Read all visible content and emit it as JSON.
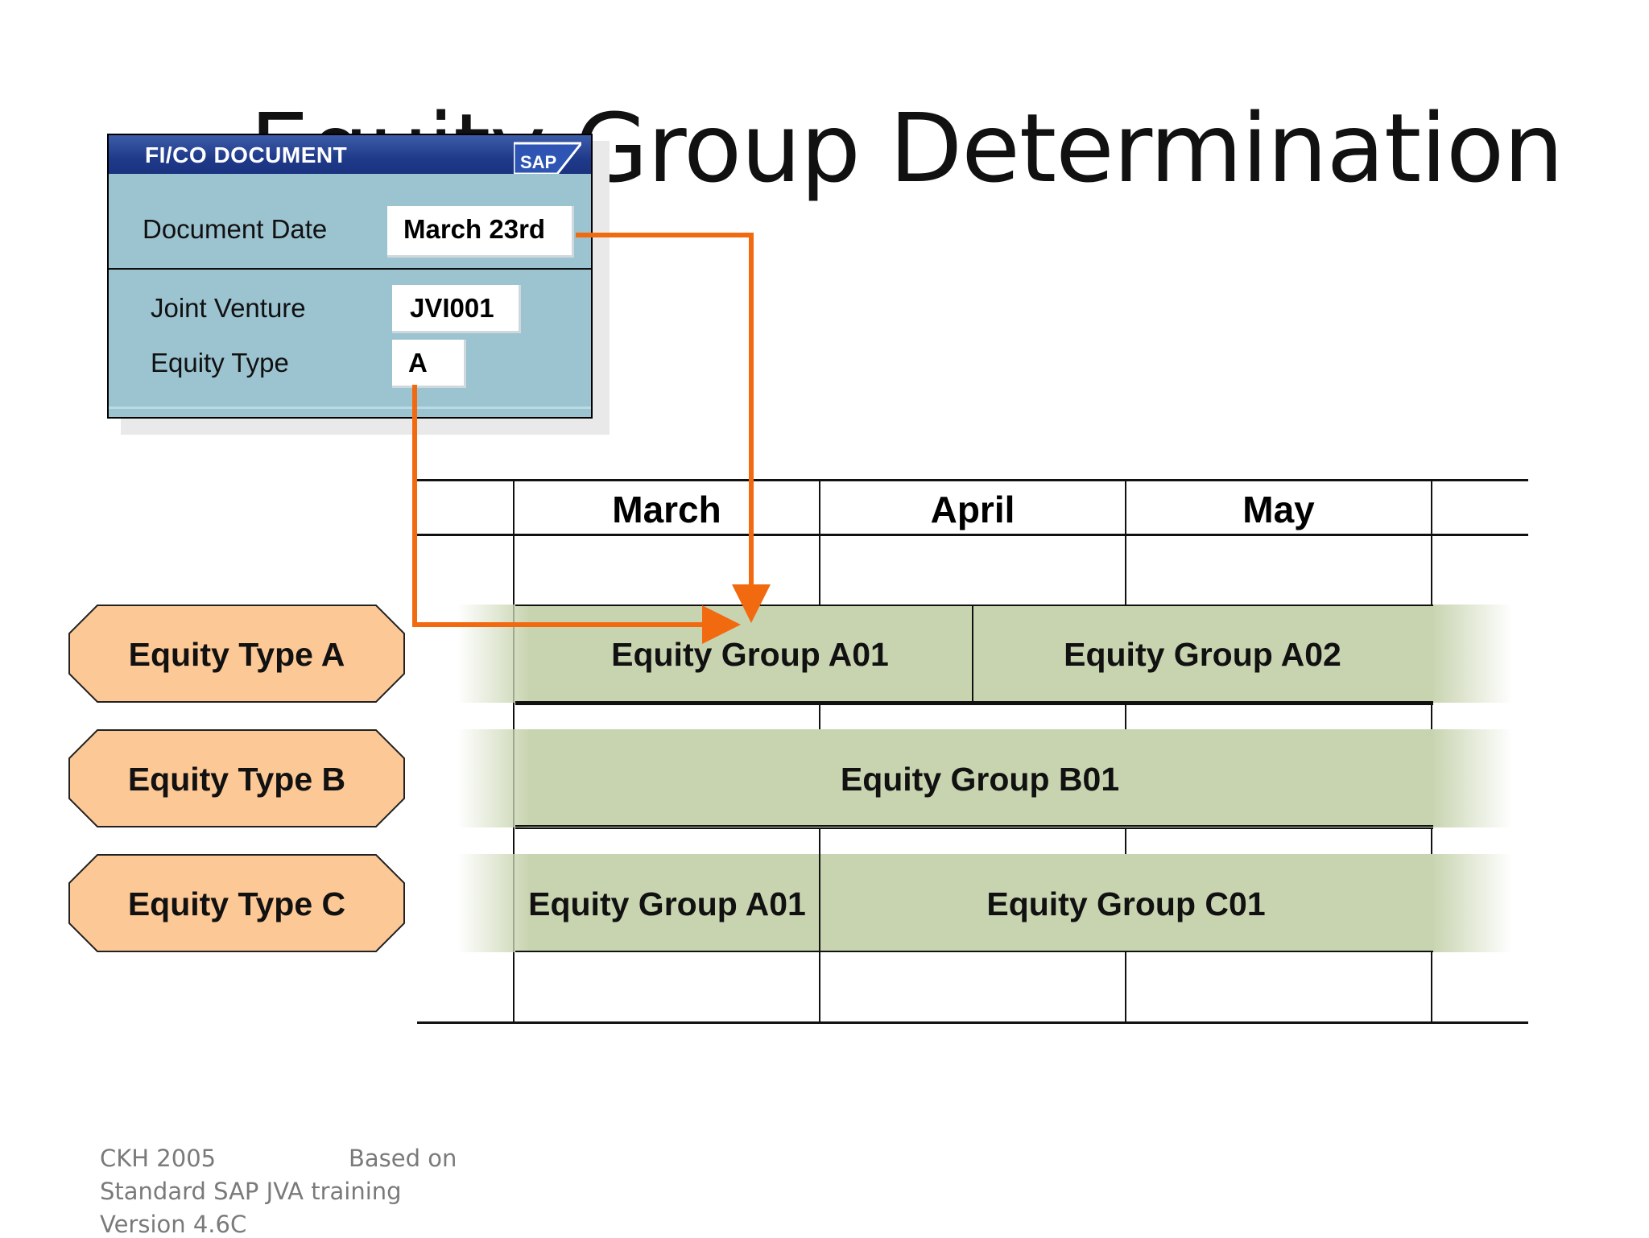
{
  "slide": {
    "title": "Equity Group Determination"
  },
  "document": {
    "window_title": "FI/CO DOCUMENT",
    "logo_text": "SAP",
    "fields": {
      "document_date_label": "Document Date",
      "document_date_value": "March 23rd",
      "joint_venture_label": "Joint Venture",
      "joint_venture_value": "JVI001",
      "equity_type_label": "Equity Type",
      "equity_type_value": "A"
    }
  },
  "timeline": {
    "months": [
      "March",
      "April",
      "May"
    ]
  },
  "equity_types": [
    {
      "label": "Equity Type A",
      "groups": [
        "Equity Group A01",
        "Equity Group A02"
      ]
    },
    {
      "label": "Equity Type B",
      "groups": [
        "Equity Group B01"
      ]
    },
    {
      "label": "Equity Type C",
      "groups": [
        "Equity Group A01",
        "Equity Group C01"
      ]
    }
  ],
  "footer": {
    "line1_left": "CKH 2005",
    "line1_right": "Based on",
    "line2": "Standard SAP JVA training",
    "line3": "Version 4.6C"
  },
  "colors": {
    "arrow": "#f26a10",
    "band": "#c8d4b0",
    "tag_fill": "#fcc896",
    "window_body": "#9cc3d0",
    "window_titlebar": "#1f3a8a"
  }
}
